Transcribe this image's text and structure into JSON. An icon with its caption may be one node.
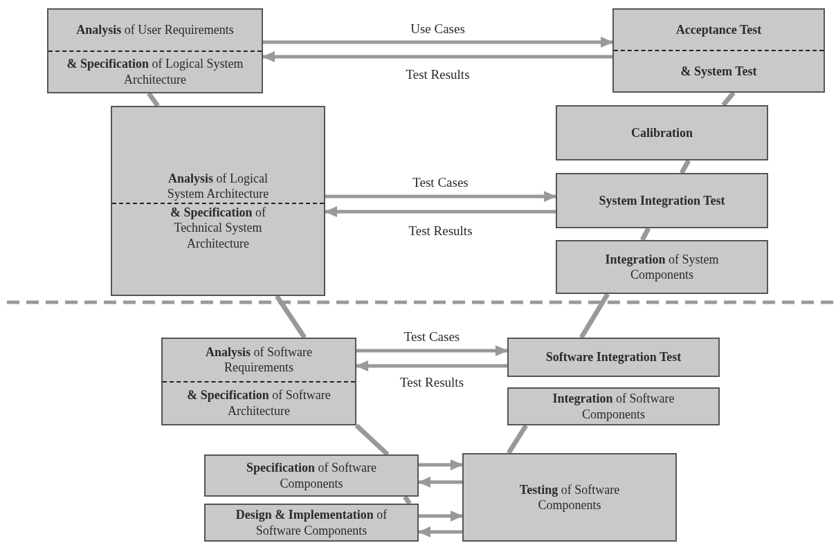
{
  "diagram": {
    "nodes": [
      {
        "text": [
          "**Analysis** of User Requirements",
          "**& Specification** of Logical System Architecture"
        ]
      },
      {
        "text": [
          "Acceptance Test",
          "& System Test"
        ]
      },
      {
        "text": [
          "**Analysis** of Logical System Architecture",
          "**& Specification** of Technical System Architecture"
        ]
      },
      {
        "text": [
          "Calibration"
        ]
      },
      {
        "text": [
          "System Integration Test"
        ]
      },
      {
        "text": [
          "**Integration** of System Components"
        ]
      },
      {
        "text": [
          "**Analysis** of Software Requirements",
          "**& Specification** of Software Architecture"
        ]
      },
      {
        "text": [
          "Software Integration Test"
        ]
      },
      {
        "text": [
          "**Integration** of Software Components"
        ]
      },
      {
        "text": [
          "**Specification** of Software Components"
        ]
      },
      {
        "text": [
          "**Design & Implementation** of Software Components"
        ]
      },
      {
        "text": [
          "**Testing** of Software Components"
        ]
      }
    ],
    "edges": [
      {
        "from": 0,
        "to": 1,
        "arrow": "to",
        "label": "Use Cases"
      },
      {
        "from": 1,
        "to": 0,
        "arrow": "to",
        "label": "Test Results"
      },
      {
        "from": 2,
        "to": 4,
        "arrow": "to",
        "label": "Test Cases"
      },
      {
        "from": 4,
        "to": 2,
        "arrow": "to",
        "label": "Test Results"
      },
      {
        "from": 6,
        "to": 7,
        "arrow": "to",
        "label": "Test Cases"
      },
      {
        "from": 7,
        "to": 6,
        "arrow": "to",
        "label": "Test Results"
      },
      {
        "from": 9,
        "to": 11,
        "arrow": "to"
      },
      {
        "from": 11,
        "to": 9,
        "arrow": "to"
      },
      {
        "from": 10,
        "to": 11,
        "arrow": "to"
      },
      {
        "from": 11,
        "to": 10,
        "arrow": "to"
      },
      {
        "from": 0,
        "to": 2,
        "arrow": "none"
      },
      {
        "from": 2,
        "to": 6,
        "arrow": "none"
      },
      {
        "from": 6,
        "to": 9,
        "arrow": "none"
      },
      {
        "from": 9,
        "to": 10,
        "arrow": "none"
      },
      {
        "from": 11,
        "to": 8,
        "arrow": "none"
      },
      {
        "from": 7,
        "to": 5,
        "arrow": "none"
      },
      {
        "from": 5,
        "to": 4,
        "arrow": "none"
      },
      {
        "from": 4,
        "to": 3,
        "arrow": "none"
      },
      {
        "from": 3,
        "to": 1,
        "arrow": "none"
      }
    ]
  }
}
